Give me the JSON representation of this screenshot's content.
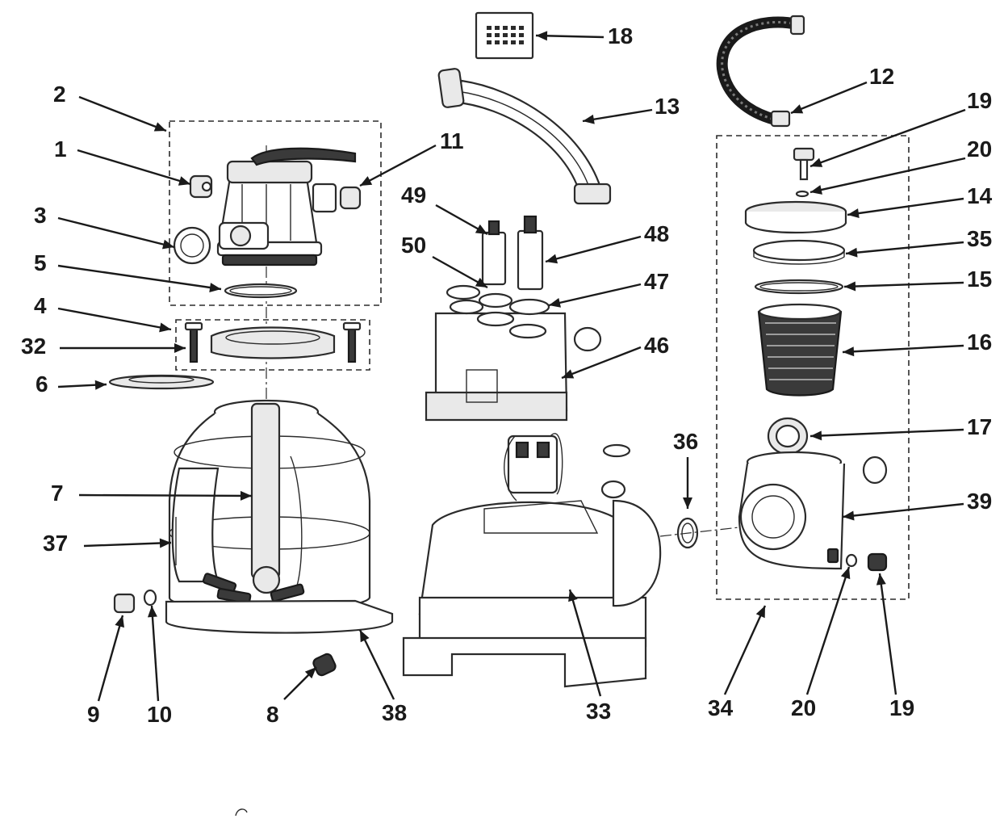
{
  "callouts": [
    {
      "id": "c1",
      "label": "1"
    },
    {
      "id": "c2",
      "label": "2"
    },
    {
      "id": "c3",
      "label": "3"
    },
    {
      "id": "c4",
      "label": "4"
    },
    {
      "id": "c5",
      "label": "5"
    },
    {
      "id": "c6",
      "label": "6"
    },
    {
      "id": "c7",
      "label": "7"
    },
    {
      "id": "c8",
      "label": "8"
    },
    {
      "id": "c9",
      "label": "9"
    },
    {
      "id": "c10",
      "label": "10"
    },
    {
      "id": "c11",
      "label": "11"
    },
    {
      "id": "c12",
      "label": "12"
    },
    {
      "id": "c13",
      "label": "13"
    },
    {
      "id": "c14",
      "label": "14"
    },
    {
      "id": "c15",
      "label": "15"
    },
    {
      "id": "c16",
      "label": "16"
    },
    {
      "id": "c17",
      "label": "17"
    },
    {
      "id": "c18",
      "label": "18"
    },
    {
      "id": "c19a",
      "label": "19"
    },
    {
      "id": "c19b",
      "label": "19"
    },
    {
      "id": "c20a",
      "label": "20"
    },
    {
      "id": "c20b",
      "label": "20"
    },
    {
      "id": "c32",
      "label": "32"
    },
    {
      "id": "c33",
      "label": "33"
    },
    {
      "id": "c34",
      "label": "34"
    },
    {
      "id": "c35",
      "label": "35"
    },
    {
      "id": "c36",
      "label": "36"
    },
    {
      "id": "c37",
      "label": "37"
    },
    {
      "id": "c38",
      "label": "38"
    },
    {
      "id": "c39",
      "label": "39"
    },
    {
      "id": "c46",
      "label": "46"
    },
    {
      "id": "c47",
      "label": "47"
    },
    {
      "id": "c48",
      "label": "48"
    },
    {
      "id": "c49",
      "label": "49"
    },
    {
      "id": "c50",
      "label": "50"
    }
  ]
}
